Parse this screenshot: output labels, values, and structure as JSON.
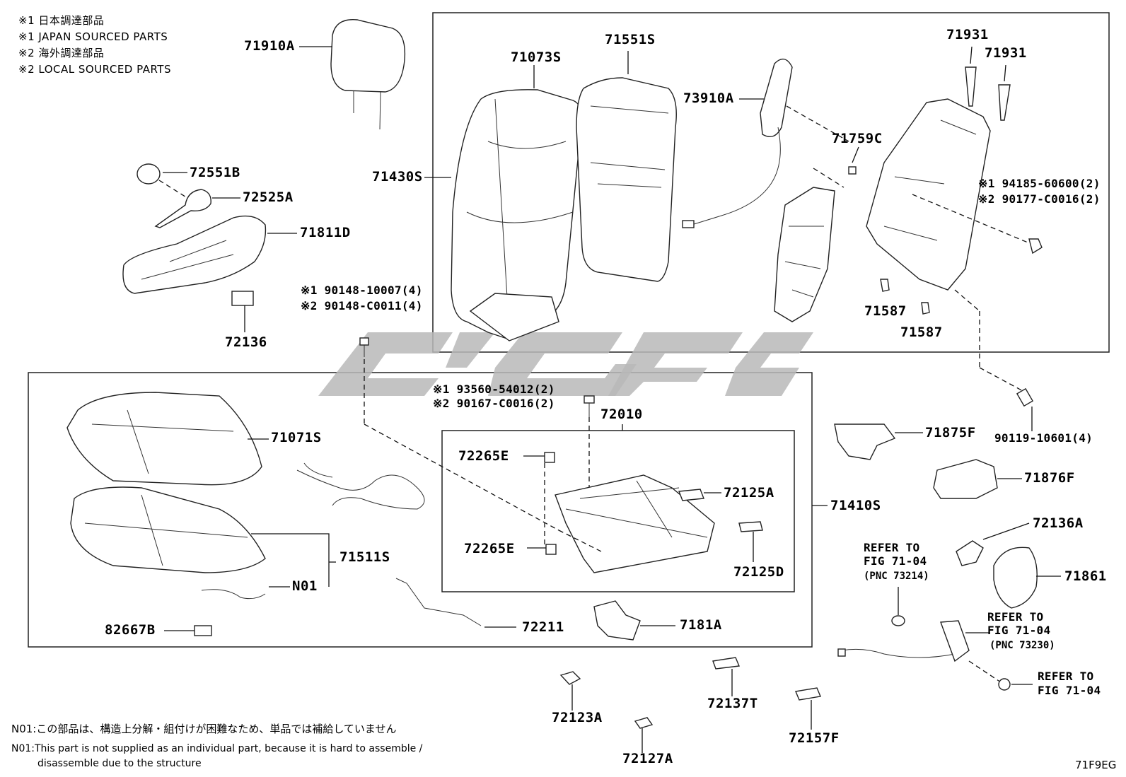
{
  "legend": {
    "l1": "※1 日本調達部品",
    "l2": "※1 JAPAN SOURCED PARTS",
    "l3": "※2 海外調達部品",
    "l4": "※2 LOCAL SOURCED PARTS"
  },
  "parts": {
    "p71910A": "71910A",
    "p72551B": "72551B",
    "p72525A": "72525A",
    "p71811D": "71811D",
    "p72136": "72136",
    "p90148a": "※1 90148-10007(4)",
    "p90148b": "※2 90148-C0011(4)",
    "p71073S": "71073S",
    "p71551S": "71551S",
    "p71430S": "71430S",
    "p73910A": "73910A",
    "p71759C": "71759C",
    "p71931a": "71931",
    "p71931b": "71931",
    "p94185": "※1 94185-60600(2)",
    "p90177": "※2 90177-C0016(2)",
    "p71587a": "71587",
    "p71587b": "71587",
    "p90119": "90119-10601(4)",
    "p93560": "※1 93560-54012(2)",
    "p90167": "※2 90167-C0016(2)",
    "p72010": "72010",
    "p71071S": "71071S",
    "p72265Ea": "72265E",
    "p72265Eb": "72265E",
    "p72125A": "72125A",
    "p72125D": "72125D",
    "p71410S": "71410S",
    "p71511S": "71511S",
    "pN01": "N01",
    "p82667B": "82667B",
    "p72211": "72211",
    "p7181A": "7181A",
    "p71875F": "71875F",
    "p71876F": "71876F",
    "p72136A": "72136A",
    "p71861": "71861",
    "p72123A": "72123A",
    "p72127A": "72127A",
    "p72137T": "72137T",
    "p72157F": "72157F"
  },
  "refs": {
    "r1a": "REFER TO",
    "r1b": "FIG 71-04",
    "r1c": "(PNC 73214)",
    "r2a": "REFER TO",
    "r2b": "FIG 71-04",
    "r2c": "(PNC 73230)",
    "r3a": "REFER TO",
    "r3b": "FIG 71-04"
  },
  "footnotes": {
    "jp": "N01:この部品は、構造上分解・組付けが困難なため、単品では補給していません",
    "en1": "N01:This part is not supplied as an individual part, because it is hard to assemble /",
    "en2": "disassemble due to the structure"
  },
  "figure_code": "71F9EG",
  "colors": {
    "line": "#111111",
    "watermark": "#b8b8b8"
  }
}
